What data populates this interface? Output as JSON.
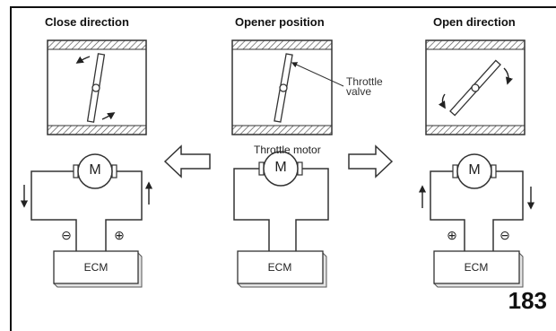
{
  "panels": {
    "close": {
      "title": "Close direction",
      "motor_label": "M",
      "ecm_label": "ECM",
      "left_polarity": "⊖",
      "right_polarity": "⊕"
    },
    "opener": {
      "title": "Opener position",
      "motor_label": "M",
      "ecm_label": "ECM",
      "throttle_valve_label_line1": "Throttle",
      "throttle_valve_label_line2": "valve",
      "throttle_motor_label": "Throttle motor"
    },
    "open": {
      "title": "Open direction",
      "motor_label": "M",
      "ecm_label": "ECM",
      "left_polarity": "⊕",
      "right_polarity": "⊖"
    }
  },
  "page_number": "183"
}
